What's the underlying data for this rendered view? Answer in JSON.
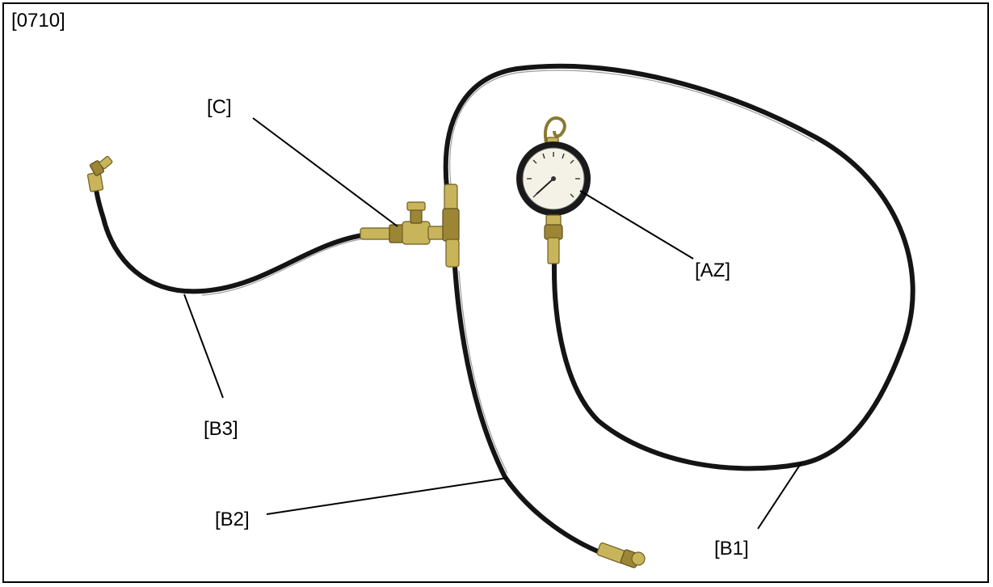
{
  "figure": {
    "id": "[0710]"
  },
  "callouts": {
    "c": "[C]",
    "az": "[AZ]",
    "b1": "[B1]",
    "b2": "[B2]",
    "b3": "[B3]"
  },
  "colors": {
    "hose": "#141414",
    "brass": "#c8b45a",
    "gauge_face": "#f4f1e6",
    "gauge_bezel": "#1a1a1a"
  }
}
